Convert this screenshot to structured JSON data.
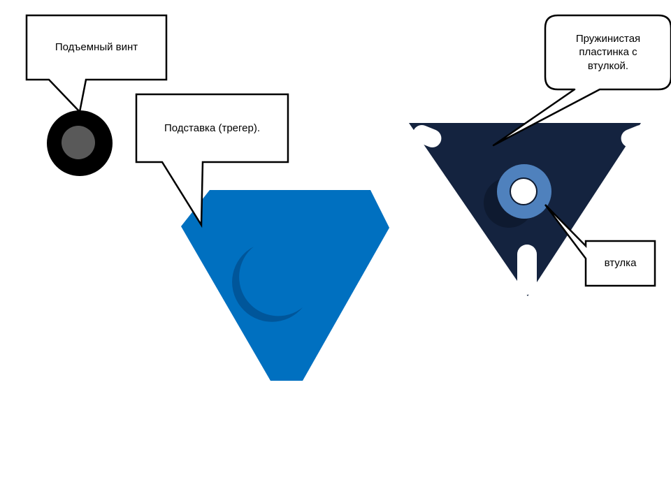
{
  "labels": {
    "screw": "Подъемный винт",
    "tribrach": "Подставка (трегер).",
    "spring_plate": "Пружинистая пластинка с втулкой.",
    "bushing": "втулка"
  },
  "colors": {
    "screw_outer": "#000000",
    "screw_inner": "#595959",
    "tribrach": "#0070c0",
    "tribrach_shadow": "#00569a",
    "plate": "#14233f",
    "plate_shadow": "#0e1a30",
    "bushing_ring": "#4f81bd",
    "bushing_hole": "#ffffff"
  }
}
